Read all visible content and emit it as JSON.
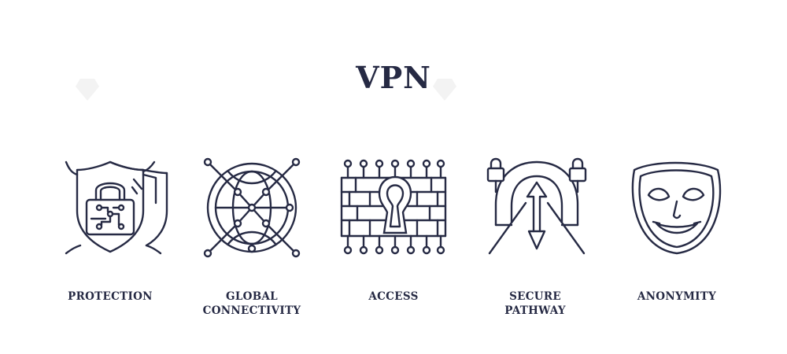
{
  "title": "VPN",
  "colors": {
    "ink": "#262a44",
    "background": "#ffffff"
  },
  "items": [
    {
      "icon": "shield-lock-icon",
      "lines": [
        "PROTECTION"
      ]
    },
    {
      "icon": "globe-network-icon",
      "lines": [
        "GLOBAL",
        "CONNECTIVITY"
      ]
    },
    {
      "icon": "keyhole-circuit-icon",
      "lines": [
        "ACCESS"
      ]
    },
    {
      "icon": "tunnel-arrows-icon",
      "lines": [
        "SECURE",
        "PATHWAY"
      ]
    },
    {
      "icon": "theater-mask-icon",
      "lines": [
        "ANONYMITY"
      ]
    }
  ]
}
